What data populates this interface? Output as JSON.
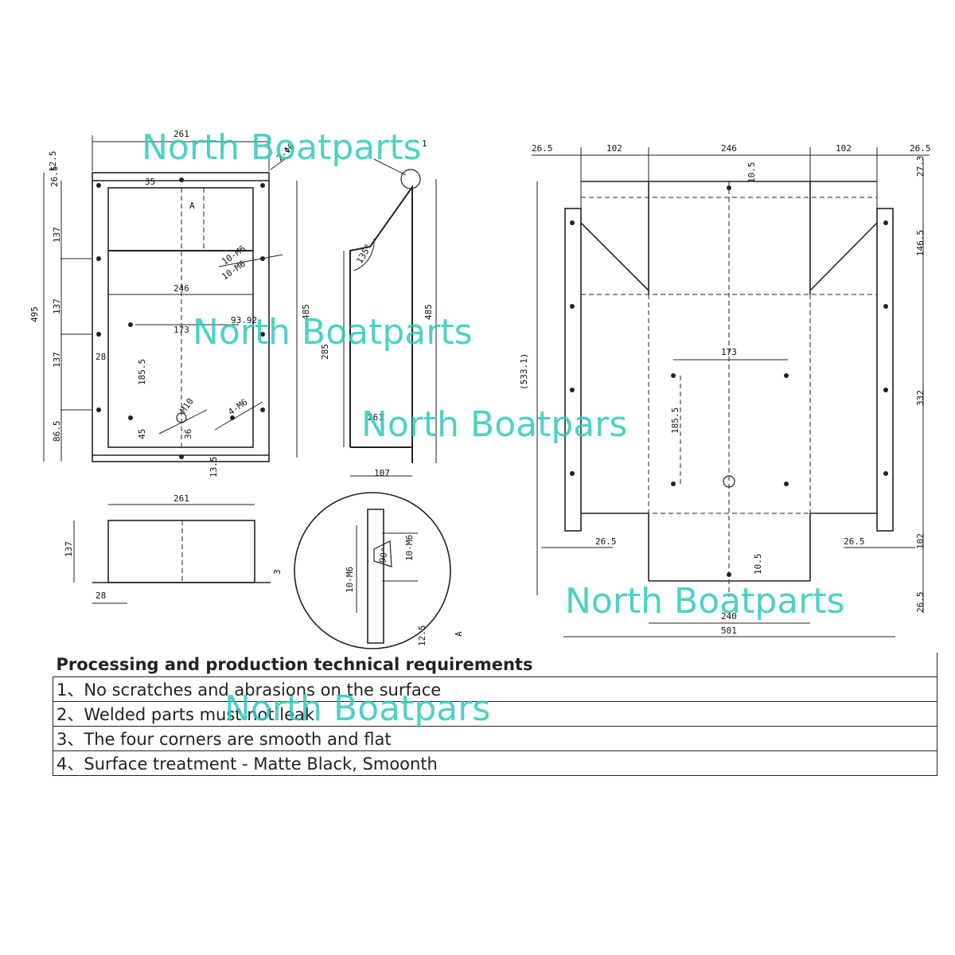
{
  "watermarks": [
    "North Boatparts",
    "North Boatparts",
    "North Boatpars",
    "North Boatparts",
    "North Boatpars"
  ],
  "requirements": {
    "title": "Processing and production technical requirements",
    "items": [
      "1、No scratches and abrasions on the surface",
      "2、Welded parts must not leak",
      "3、The four corners are smooth and flat",
      "4、Surface treatment - Matte Black, Smoonth"
    ]
  },
  "front_view_dims": [
    "261",
    "12.5",
    "26.5",
    "35",
    "A",
    "137",
    "495",
    "137",
    "28",
    "137",
    "246",
    "173",
    "10-M6",
    "10-M6",
    "93.92",
    "185.5",
    "M10",
    "45",
    "4-M6",
    "86.5",
    "13.5",
    "2-Φ6",
    "485",
    "36"
  ],
  "side_view_dims": [
    "135°",
    "285",
    "485",
    "107",
    "261",
    "1"
  ],
  "bottom_view_dims": [
    "261",
    "137",
    "28",
    "3"
  ],
  "detail_view_dims": [
    "90°",
    "10-M6",
    "10-M6",
    "12.5",
    "A"
  ],
  "plan_view_dims": [
    "26.5",
    "102",
    "246",
    "102",
    "26.5",
    "27.3",
    "10.5",
    "146.5",
    "(533.1)",
    "173",
    "332",
    "185.5",
    "26.5",
    "26.5",
    "102",
    "10.5",
    "240",
    "501",
    "26.5"
  ]
}
